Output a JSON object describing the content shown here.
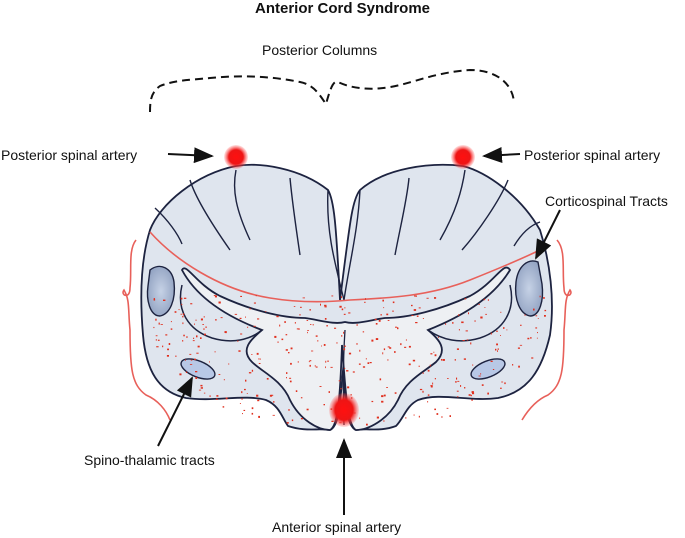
{
  "title": "Anterior Cord Syndrome",
  "labels": {
    "posterior_columns": "Posterior Columns",
    "posterior_spinal_artery_left": "Posterior spinal artery",
    "posterior_spinal_artery_right": "Posterior spinal artery",
    "corticospinal_tracts": "Corticospinal Tracts",
    "spinothalamic_tracts": "Spino-thalamic tracts",
    "anterior_spinal_artery": "Anterior spinal artery"
  },
  "colors": {
    "artery": "#ee1111",
    "outline": "#1d2340",
    "lesion_boundary": "#e8605a",
    "dots": "#e0301e",
    "tract_fill": "#a9b8d4",
    "white_matter": "#dde3ec",
    "gray_matter": "#eef0f3"
  }
}
